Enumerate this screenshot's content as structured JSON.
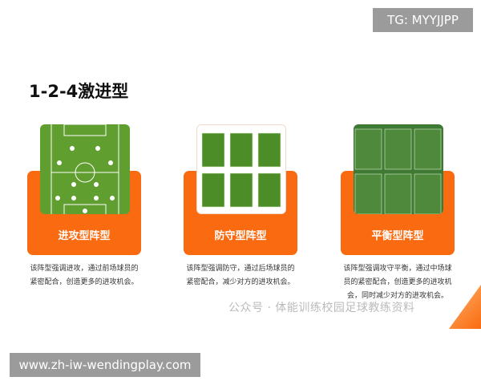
{
  "tg_label": "TG: MYYJJPP",
  "title": "1-2-4激进型",
  "cards": [
    {
      "label": "进攻型阵型",
      "desc": "该阵型强调进攻，通过前场球员的紧密配合，创造更多的进攻机会。"
    },
    {
      "label": "防守型阵型",
      "desc": "该阵型强调防守，通过后场球员的紧密配合，减少对方的进攻机会。"
    },
    {
      "label": "平衡型阵型",
      "desc": "该阵型强调攻守平衡，通过中场球员的紧密配合，创造更多的进攻机会，同时减少对方的进攻机会。"
    }
  ],
  "watermark": "公众号 · 体能训练校园足球教练资料",
  "url": "www.zh-iw-wendingplay.com",
  "colors": {
    "accent": "#fa6a10",
    "pitch": "#5f9e2f"
  }
}
